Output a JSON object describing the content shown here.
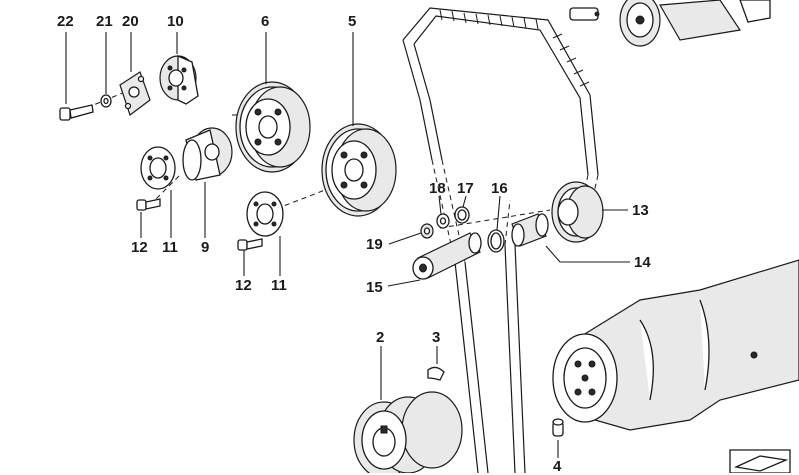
{
  "diagram": {
    "callouts": [
      {
        "id": "22",
        "text": "22"
      },
      {
        "id": "21",
        "text": "21"
      },
      {
        "id": "20",
        "text": "20"
      },
      {
        "id": "10",
        "text": "10"
      },
      {
        "id": "6",
        "text": "6"
      },
      {
        "id": "5",
        "text": "5"
      },
      {
        "id": "12a",
        "text": "12"
      },
      {
        "id": "11a",
        "text": "11"
      },
      {
        "id": "9",
        "text": "9"
      },
      {
        "id": "12b",
        "text": "12"
      },
      {
        "id": "11b",
        "text": "11"
      },
      {
        "id": "18",
        "text": "18"
      },
      {
        "id": "17",
        "text": "17"
      },
      {
        "id": "16",
        "text": "16"
      },
      {
        "id": "13",
        "text": "13"
      },
      {
        "id": "19",
        "text": "19"
      },
      {
        "id": "14",
        "text": "14"
      },
      {
        "id": "15",
        "text": "15"
      },
      {
        "id": "2",
        "text": "2"
      },
      {
        "id": "3",
        "text": "3"
      },
      {
        "id": "4",
        "text": "4"
      }
    ]
  }
}
